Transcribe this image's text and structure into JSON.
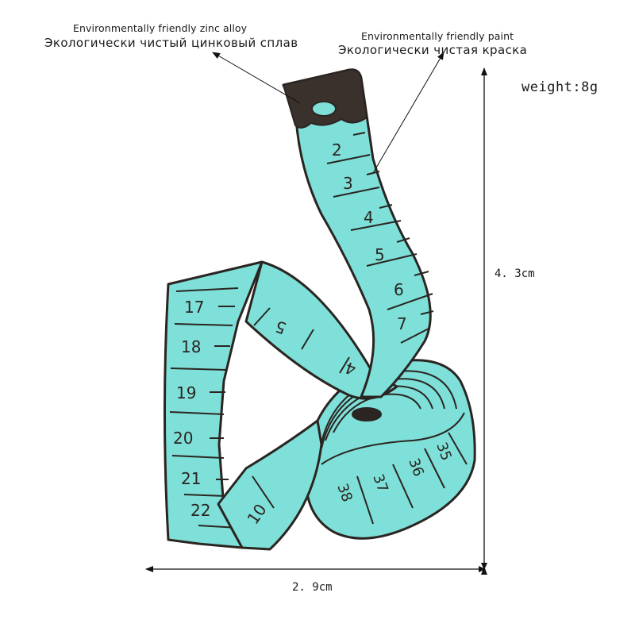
{
  "annotations": {
    "material": {
      "english": "Environmentally friendly zinc alloy",
      "russian": "Экологически чистый цинковый сплав"
    },
    "paint": {
      "english": "Environmentally friendly paint",
      "russian": "Экологически чистая краска"
    }
  },
  "specs": {
    "weight": "weight:8g",
    "height": "4. 3cm",
    "width": "2. 9cm"
  },
  "product": {
    "name": "Measuring tape enamel pin",
    "colors": {
      "enamel": "#7ee0d8",
      "metal_outline": "#2b2522",
      "tab": "#3a302c"
    },
    "tape_numbers": {
      "hanging_strip": [
        "2",
        "3",
        "4",
        "5",
        "6",
        "7"
      ],
      "left_strip": [
        "17",
        "18",
        "19",
        "20",
        "21",
        "22"
      ],
      "loop_strip": [
        "5",
        "4",
        "10"
      ],
      "roll": [
        "35",
        "36",
        "37",
        "38"
      ]
    }
  }
}
